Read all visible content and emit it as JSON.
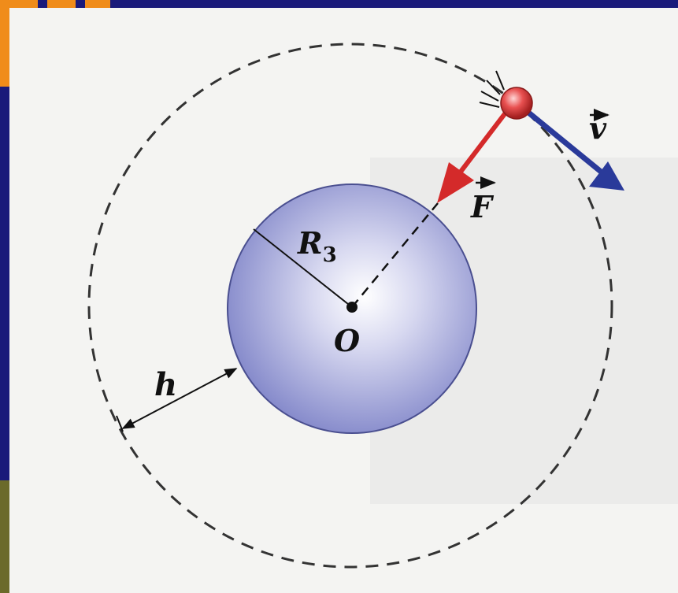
{
  "labels": {
    "radius": "R",
    "radius_sub": "3",
    "center": "O",
    "height": "h",
    "force": "F",
    "velocity": "v"
  },
  "colors": {
    "slide_background": "#1a1a7a",
    "accent_block": "#f08c1a",
    "paper": "#f4f4f2",
    "planet": "#8a8fd0",
    "force_arrow": "#d42a2a",
    "velocity_arrow": "#2a3a9a",
    "satellite": "#e85050"
  }
}
